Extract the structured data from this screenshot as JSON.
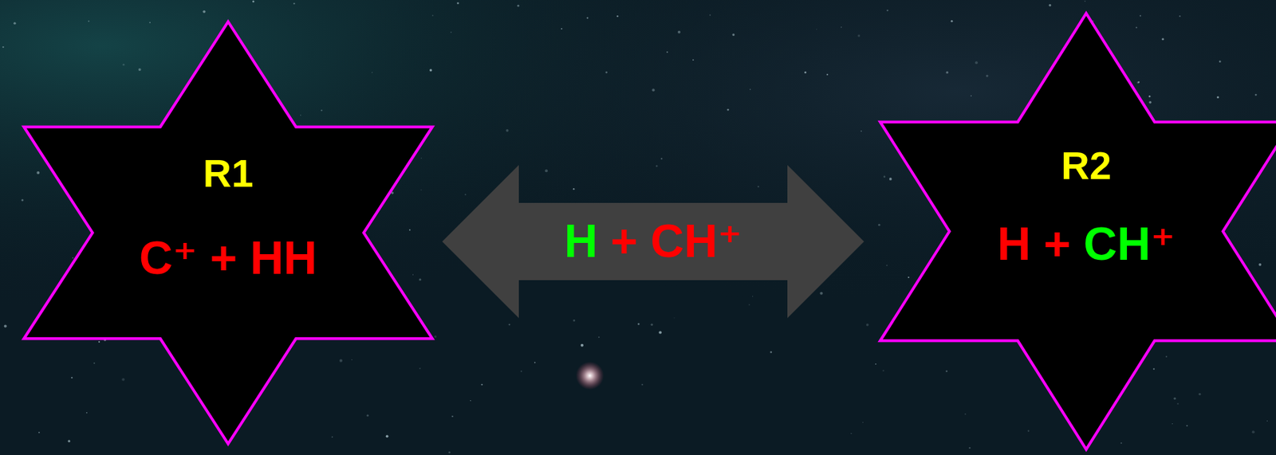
{
  "diagram": {
    "nodes": [
      {
        "text": [
          "R1",
          "C⁺ + HH"
        ]
      },
      {
        "text": [
          "R2",
          "H + CH⁺"
        ]
      }
    ],
    "edges": [
      {
        "from": 0,
        "to": 1,
        "arrow": "both",
        "label": "H + CH⁺"
      }
    ]
  }
}
